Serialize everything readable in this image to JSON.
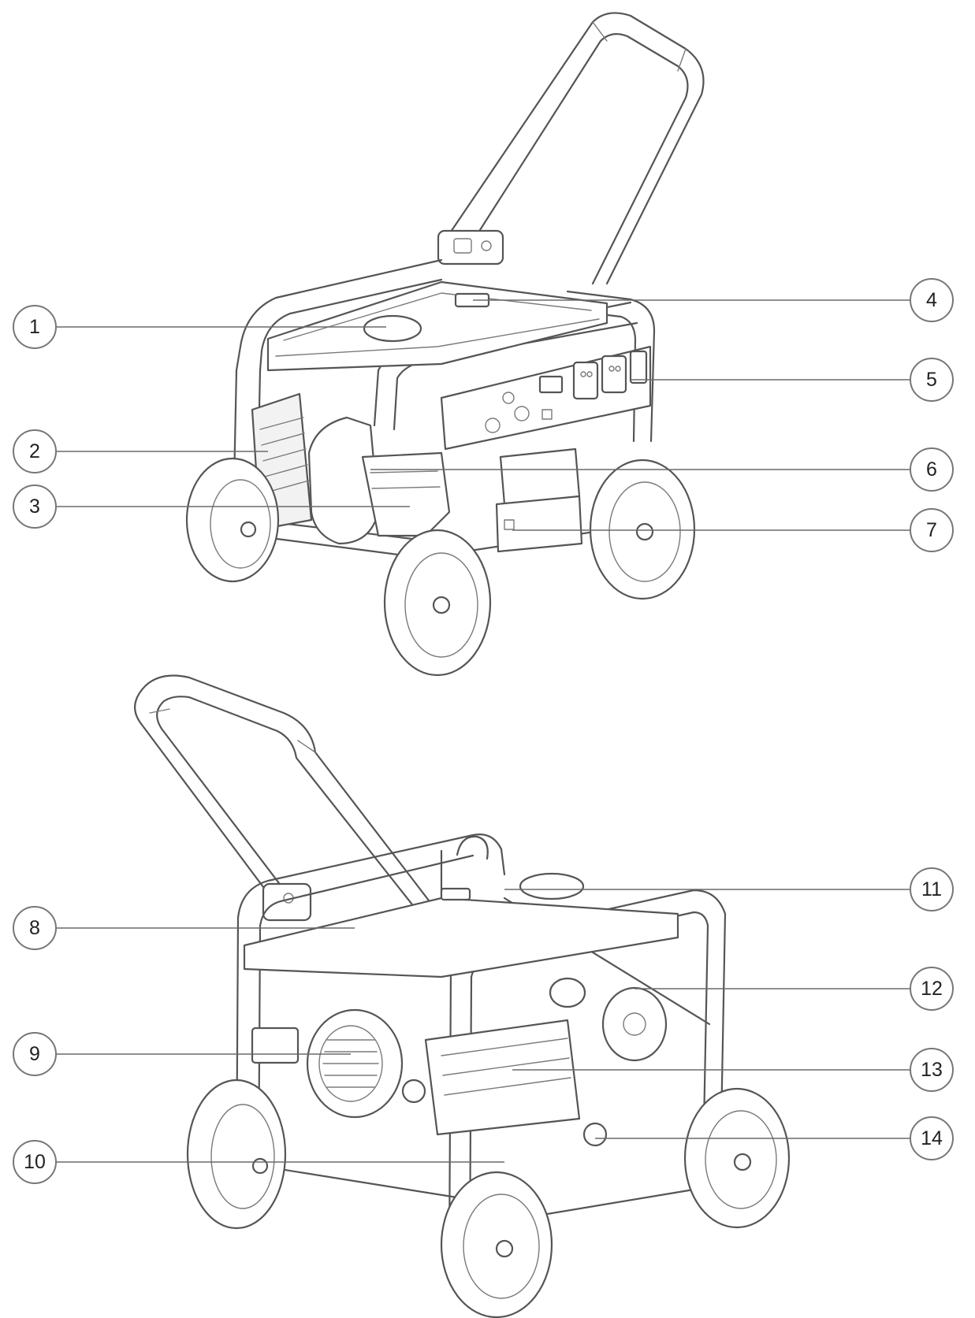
{
  "callouts": {
    "c1": "1",
    "c2": "2",
    "c3": "3",
    "c4": "4",
    "c5": "5",
    "c6": "6",
    "c7": "7",
    "c8": "8",
    "c9": "9",
    "c10": "10",
    "c11": "11",
    "c12": "12",
    "c13": "13",
    "c14": "14"
  },
  "colors": {
    "line_art": "#555555",
    "background": "#ffffff"
  }
}
